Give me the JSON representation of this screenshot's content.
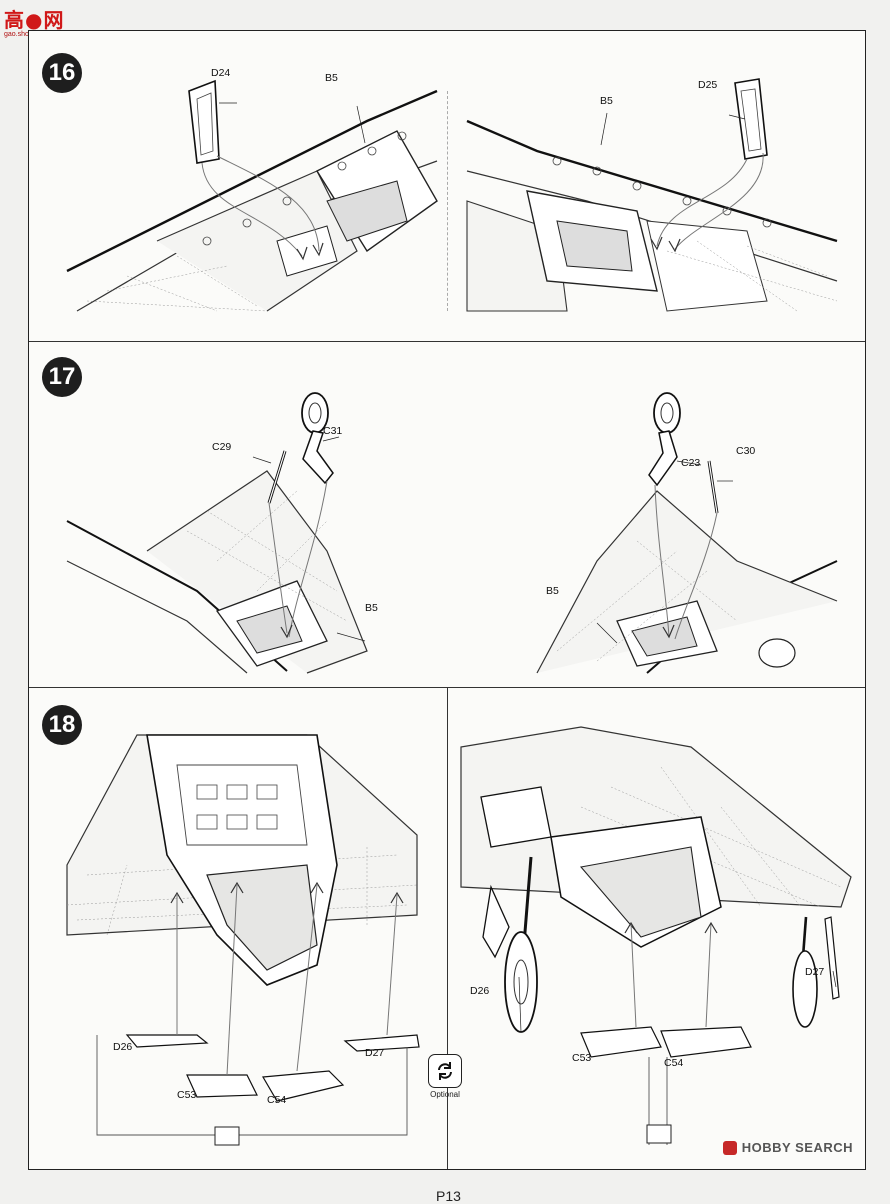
{
  "header": {
    "logo_main": "高●网",
    "logo_sub": "gao.shou.com"
  },
  "steps": [
    {
      "number": "16",
      "labels": {
        "part_d24": "D24",
        "part_b5_left": "B5",
        "part_b5_right": "B5",
        "part_d25": "D25"
      }
    },
    {
      "number": "17",
      "labels": {
        "part_c29": "C29",
        "part_c31": "C31",
        "part_b5_left": "B5",
        "part_c23": "C23",
        "part_c30": "C30",
        "part_b5_right": "B5"
      }
    },
    {
      "number": "18",
      "labels": {
        "part_d26_left": "D26",
        "part_c53_left": "C53",
        "part_c54_left": "C54",
        "part_d27_left": "D27",
        "part_d26_right": "D26",
        "part_c53_right": "C53",
        "part_c54_right": "C54",
        "part_d27_right": "D27"
      }
    }
  ],
  "optional": {
    "label": "Optional",
    "icon": "rotate-arrows-icon"
  },
  "footer": {
    "watermark": "HOBBY SEARCH",
    "page_number": "P13"
  }
}
